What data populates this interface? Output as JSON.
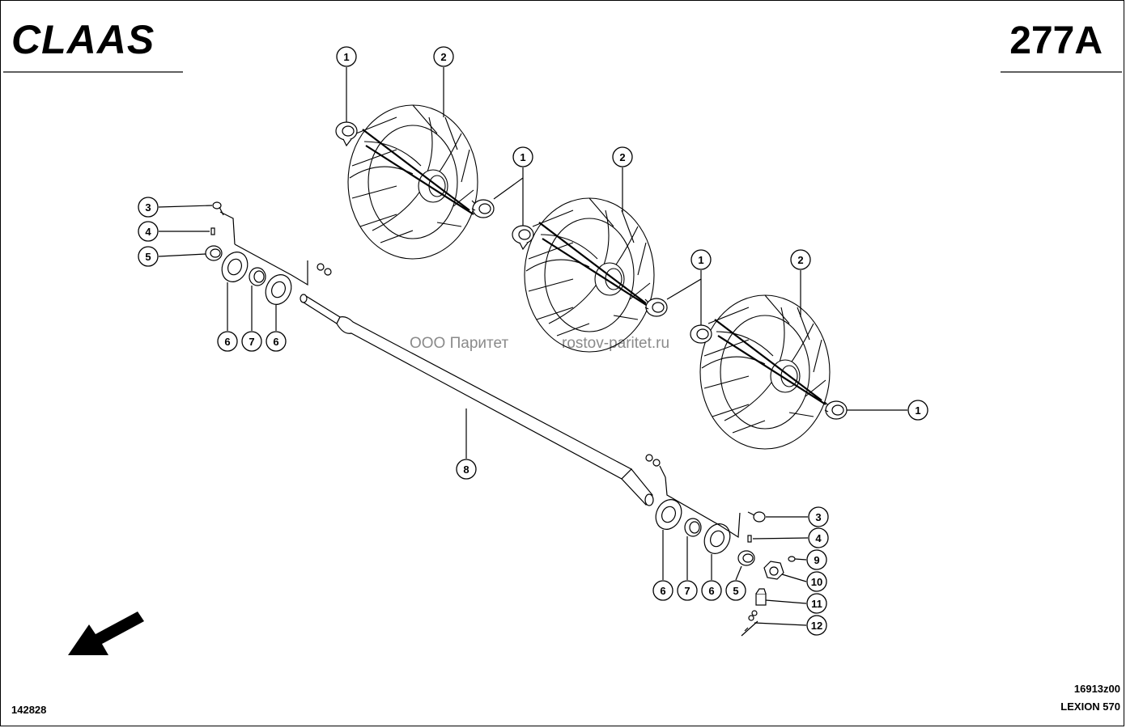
{
  "header": {
    "brand": "CLAAS",
    "page_code": "277A"
  },
  "footer": {
    "left_code": "142828",
    "drawing_code": "16913z00",
    "model": "LEXION 570"
  },
  "watermark": {
    "company": "ООО Паритет",
    "site": "rostov-paritet.ru"
  },
  "callouts": [
    {
      "label": "1"
    },
    {
      "label": "2"
    },
    {
      "label": "1"
    },
    {
      "label": "2"
    },
    {
      "label": "1"
    },
    {
      "label": "1"
    },
    {
      "label": "2"
    },
    {
      "label": "1"
    },
    {
      "label": "3"
    },
    {
      "label": "4"
    },
    {
      "label": "5"
    },
    {
      "label": "6"
    },
    {
      "label": "7"
    },
    {
      "label": "6"
    },
    {
      "label": "8"
    },
    {
      "label": "3"
    },
    {
      "label": "4"
    },
    {
      "label": "9"
    },
    {
      "label": "10"
    },
    {
      "label": "11"
    },
    {
      "label": "12"
    },
    {
      "label": "6"
    },
    {
      "label": "7"
    },
    {
      "label": "6"
    },
    {
      "label": "5"
    }
  ],
  "icons": {
    "direction": "direction-arrow-icon"
  }
}
